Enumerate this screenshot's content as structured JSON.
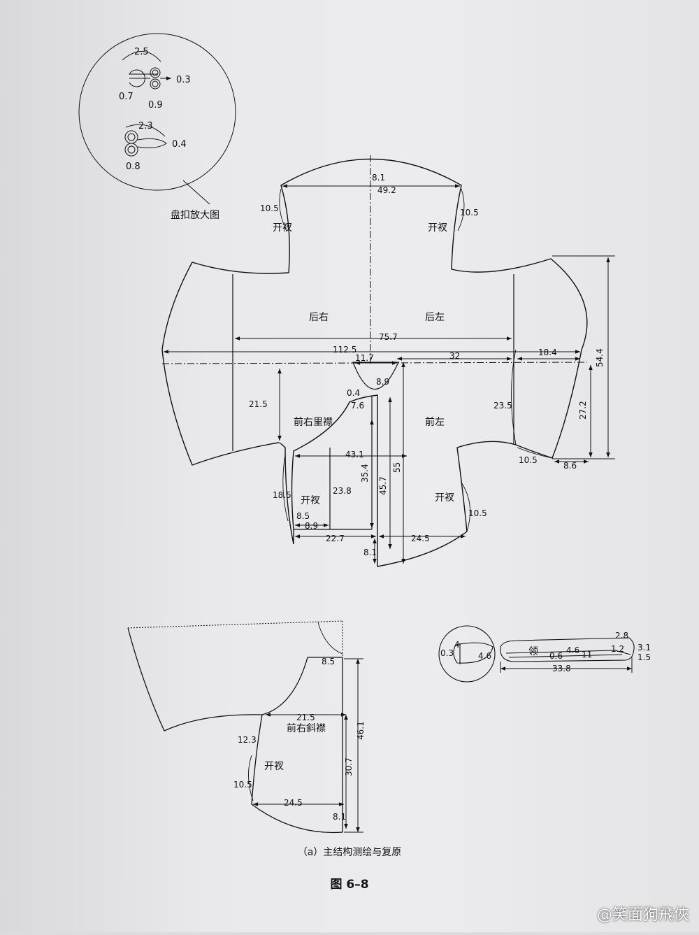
{
  "labels": {
    "knot_title": "盘扣放大图",
    "slit": "开衩",
    "back_right": "后右",
    "back_left": "后左",
    "front_right_inner": "前右里襟",
    "front_left": "前左",
    "front_right_slant": "前右斜襟",
    "collar": "领"
  },
  "knot": {
    "d1": "2.5",
    "d2": "0.3",
    "d3": "0.7",
    "d4": "0.9",
    "d5": "2.3",
    "d6": "0.4",
    "d7": "0.8"
  },
  "main": {
    "top_rise": "8.1",
    "shoulder_width": "49.2",
    "sleeve_l": "10.5",
    "sleeve_r": "10.5",
    "body_width": "75.7",
    "span": "112.5",
    "span_half": "32",
    "cuff": "18.4",
    "neck_w": "11.7",
    "neck_d": "8.9",
    "neck_small": "0.4",
    "neck_small2": "7.6",
    "inner_h": "21.5",
    "side_h": "23.5",
    "sleeve_h": "27.2",
    "total_h": "54.4",
    "hem_w": "43.1",
    "d_354": "35.4",
    "d_457": "45.7",
    "d_55": "55",
    "slit_h": "18.5",
    "slit_h2": "23.8",
    "d_85": "8.5",
    "d_89": "8.9",
    "hem_l": "22.7",
    "hem_r": "24.5",
    "hem_drop": "8.1",
    "slit_r": "10.5",
    "cuff_r": "10.5",
    "cuff_w": "8.6"
  },
  "slant": {
    "d_85": "8.5",
    "d_215": "21.5",
    "d_123": "12.3",
    "d_105": "10.5",
    "d_245": "24.5",
    "d_81": "8.1",
    "d_307": "30.7",
    "d_461": "46.1"
  },
  "collar": {
    "d_03": "0.3",
    "d_4": "4",
    "d_46a": "4.6",
    "d_28": "2.8",
    "d_31": "3.1",
    "d_12": "1.2",
    "d_15": "1.5",
    "d_06": "0.6",
    "d_46b": "4.6",
    "d_11": "11",
    "d_338": "33.8"
  },
  "captions": {
    "sub": "（a）主结构测绘与复原",
    "figure": "图 6–8"
  },
  "watermark": "@笑面狗飛俠",
  "colors": {
    "ink": "#111111",
    "paper": "#ececee"
  }
}
